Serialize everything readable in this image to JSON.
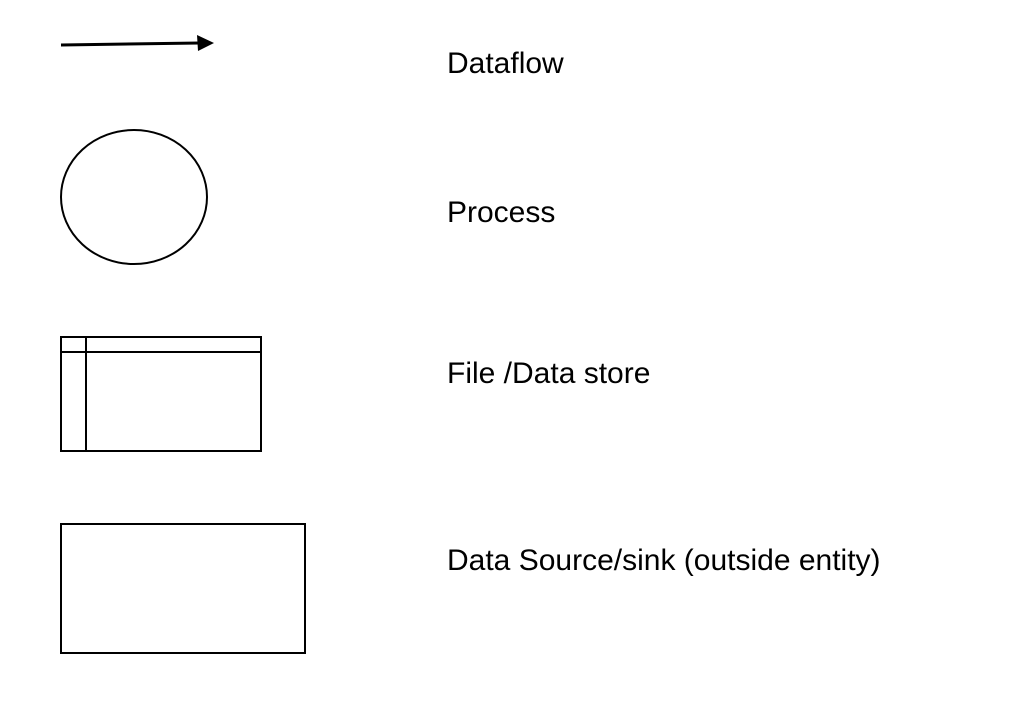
{
  "legend": {
    "items": [
      {
        "symbol": "arrow",
        "label": "Dataflow"
      },
      {
        "symbol": "circle",
        "label": "Process"
      },
      {
        "symbol": "open-box",
        "label": "File /Data store"
      },
      {
        "symbol": "rectangle",
        "label": "Data Source/sink (outside entity)"
      }
    ]
  },
  "colors": {
    "stroke": "#000000",
    "text": "#000000",
    "background": "#ffffff"
  }
}
